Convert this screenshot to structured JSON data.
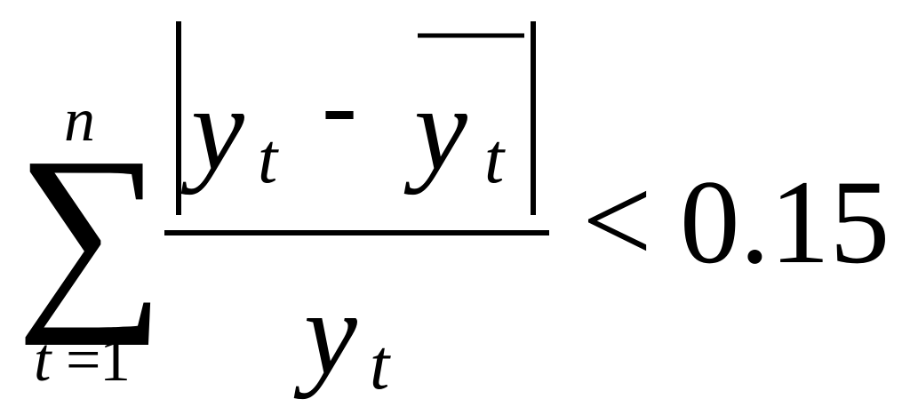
{
  "formula": {
    "sum_symbol": "∑",
    "upper_limit": "n",
    "lower_limit": {
      "var": "t",
      "equals": "=",
      "value": "1"
    },
    "numerator": {
      "y1": "y",
      "sub1": "t",
      "minus": "-",
      "y2": "y",
      "sub2": "t"
    },
    "denominator": {
      "y": "y",
      "sub": "t"
    },
    "relation": "<",
    "threshold": "0.15"
  }
}
